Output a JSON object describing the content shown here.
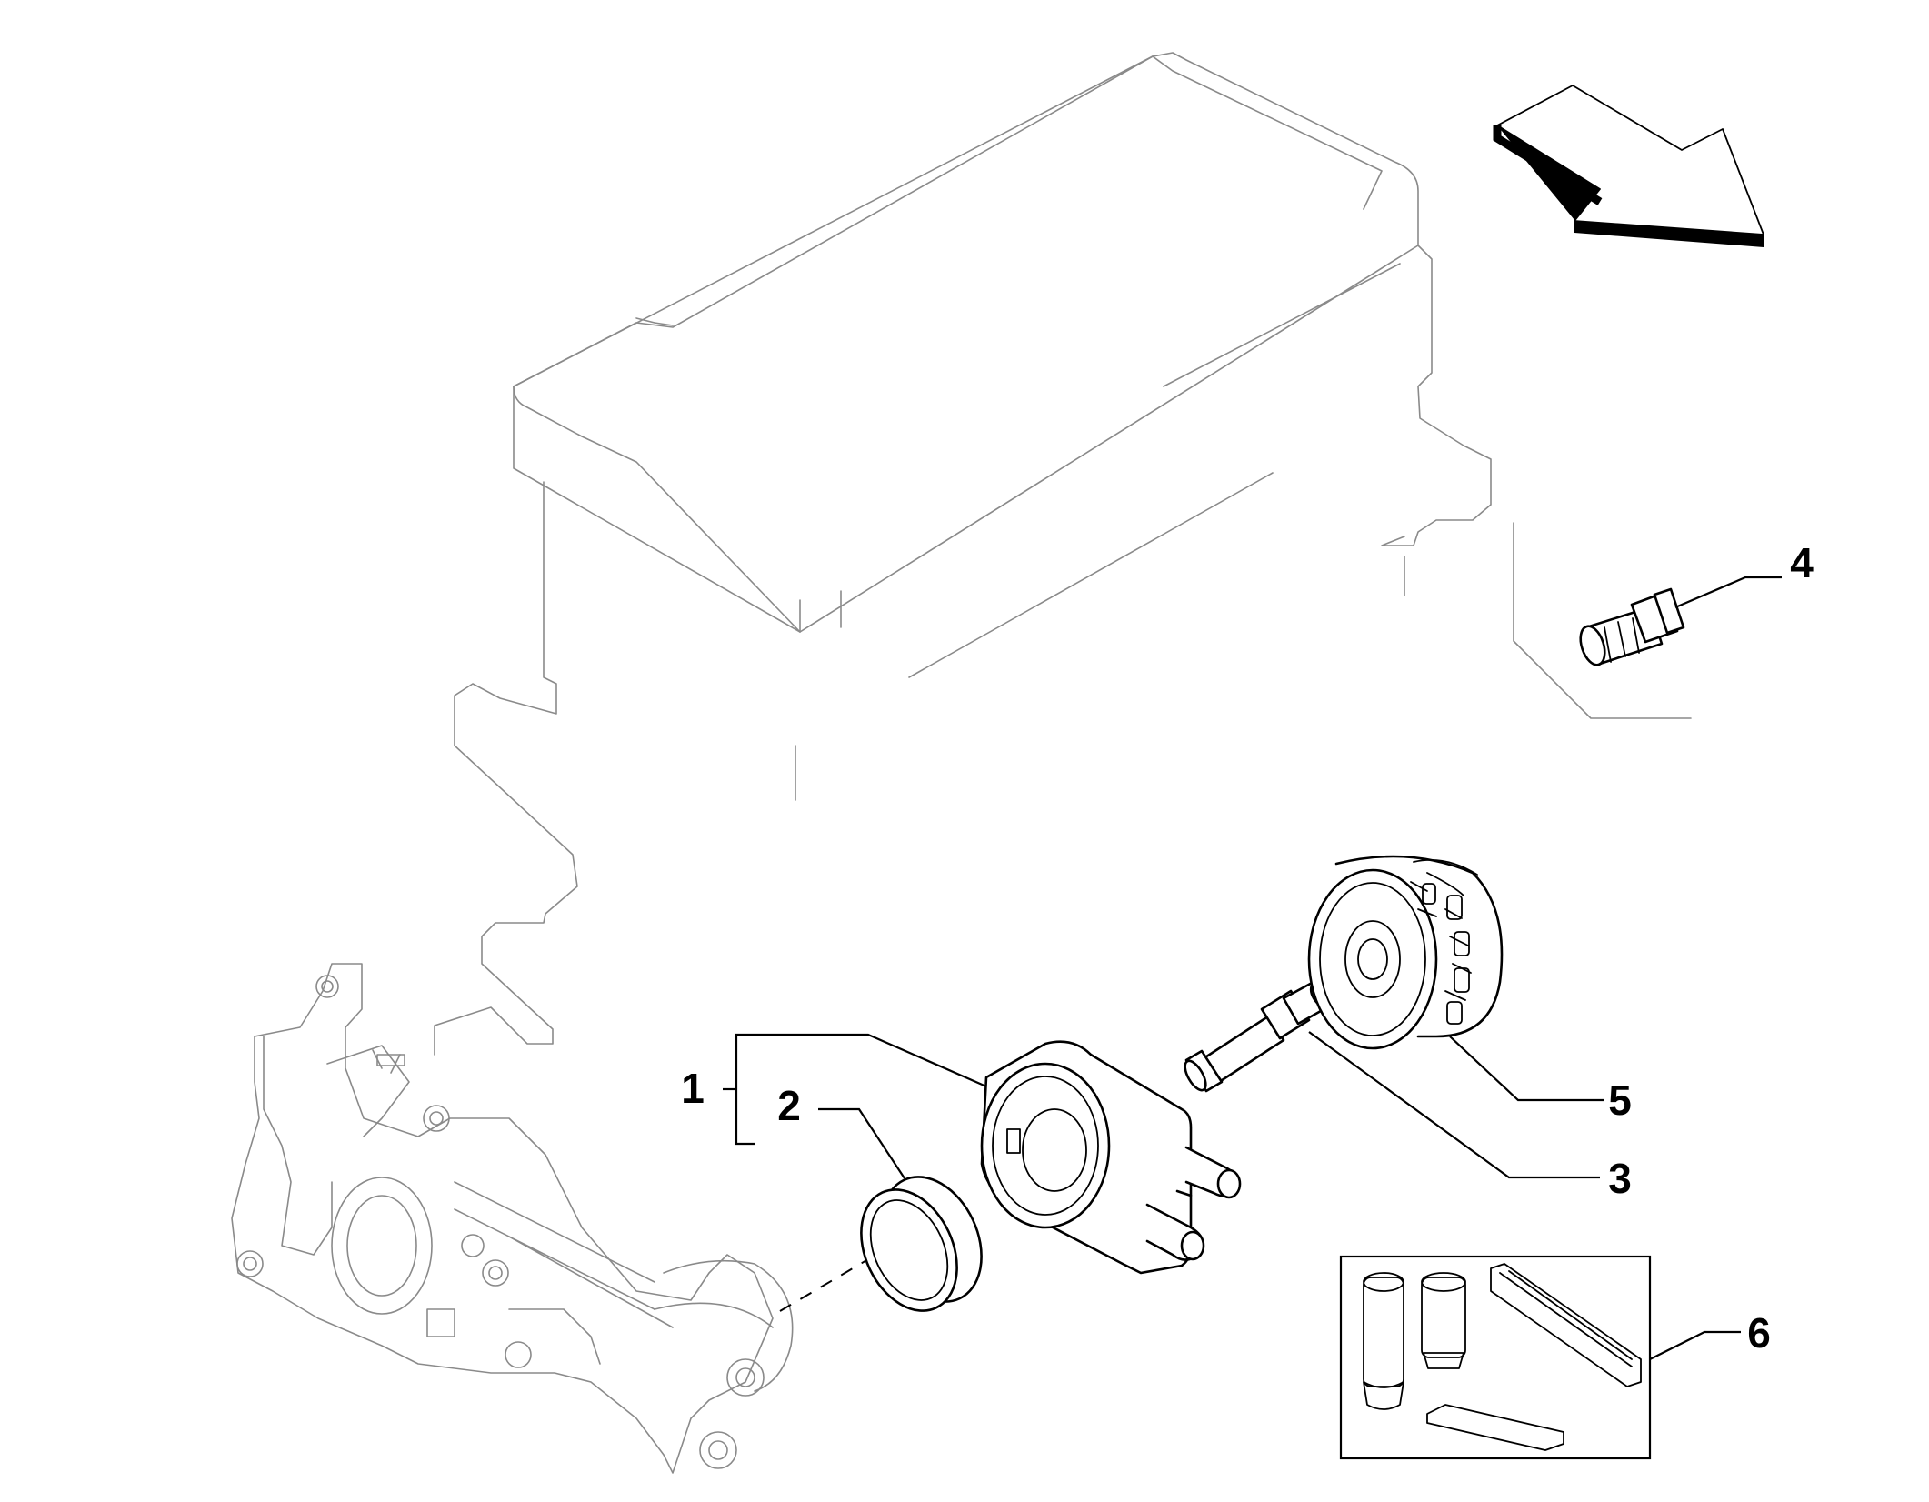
{
  "diagram": {
    "callouts": [
      {
        "id": "1",
        "label": "1"
      },
      {
        "id": "2",
        "label": "2"
      },
      {
        "id": "3",
        "label": "3"
      },
      {
        "id": "4",
        "label": "4"
      },
      {
        "id": "5",
        "label": "5"
      },
      {
        "id": "6",
        "label": "6"
      }
    ],
    "icons": {
      "direction": "direction-arrow-icon",
      "engine": "engine-block-outline-icon",
      "cover": "timing-cover-icon",
      "cooler": "oil-cooler-icon",
      "seal": "seal-ring-icon",
      "connector": "hollow-bolt-icon",
      "sensor": "pressure-switch-icon",
      "filter": "oil-filter-icon",
      "kit": "filter-kit-icon"
    },
    "colors": {
      "line": "#000000",
      "ghost": "#8a8a8a",
      "background": "#ffffff"
    }
  }
}
